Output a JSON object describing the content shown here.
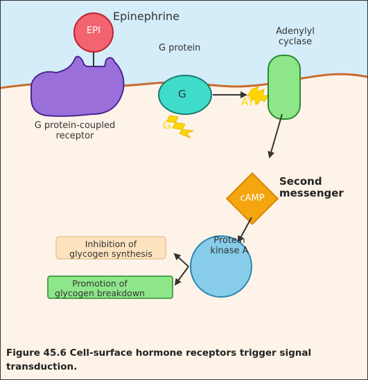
{
  "labels": {
    "hormone": "Epinephrine",
    "epi": "EPI",
    "receptor": "G protein-coupled\nreceptor",
    "gprotein_title": "G protein",
    "g": "G",
    "g_small": "G",
    "atp": "ATP",
    "adenylyl": "Adenylyl\ncyclase",
    "second_messenger": "Second\nmessenger",
    "camp": "cAMP",
    "pka": "Protein\nkinase A",
    "inhibition": "Inhibition of\nglycogen synthesis",
    "promotion": "Promotion of\nglycogen breakdown"
  },
  "caption": {
    "figure": "Figure 45.6",
    "text": "Cell-surface hormone receptors trigger signal transduction."
  },
  "colors": {
    "extracellular": "#d4edf9",
    "cytoplasm": "#fdf3e8",
    "membrane": "#c96a2e",
    "epi": "#f26470",
    "receptor": "#9b6fd9",
    "g_protein": "#3fdccb",
    "adenylyl": "#8ee68a",
    "camp": "#f5a510",
    "pka": "#87cde9",
    "inhibition_box": "#fde3bf",
    "promotion_box": "#8ee68a",
    "lightning": "#ffd700"
  }
}
